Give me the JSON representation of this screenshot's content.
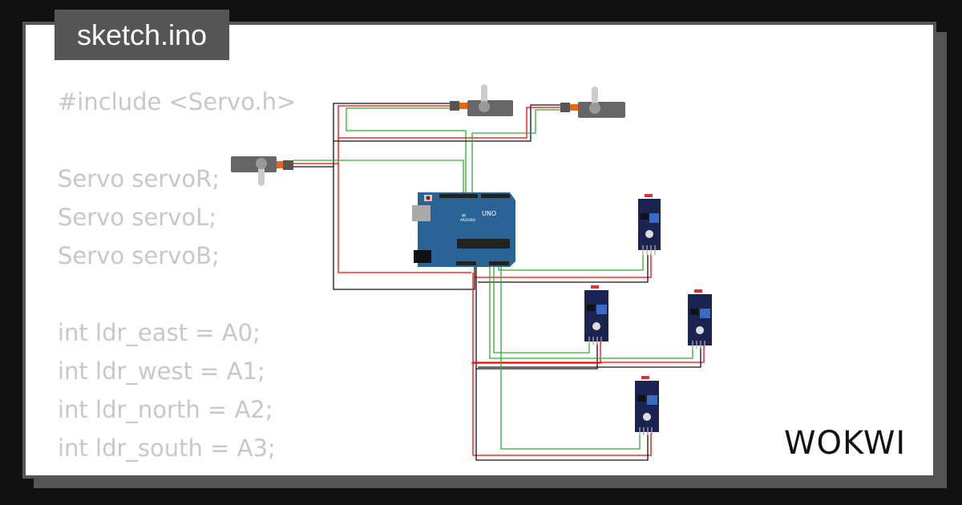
{
  "file_tab": {
    "label": "sketch.ino"
  },
  "code_lines": [
    "#include <Servo.h>",
    "",
    "Servo servoR;",
    "Servo servoL;",
    "Servo servoB;",
    "",
    "int ldr_east = A0;",
    "int ldr_west = A1;",
    "int ldr_north = A2;",
    "int ldr_south = A3;"
  ],
  "arduino": {
    "model_label": "UNO",
    "brand_label": "ARDUINO"
  },
  "logo": {
    "text": "WOKWI"
  },
  "colors": {
    "background": "#111111",
    "frame": "#555555",
    "code_text": "#c8c8c8",
    "board_blue": "#2a6496",
    "sensor_navy": "#1b2450",
    "wire_red": "#ff0000",
    "wire_green": "#2e9e2e",
    "wire_black": "#111111"
  }
}
